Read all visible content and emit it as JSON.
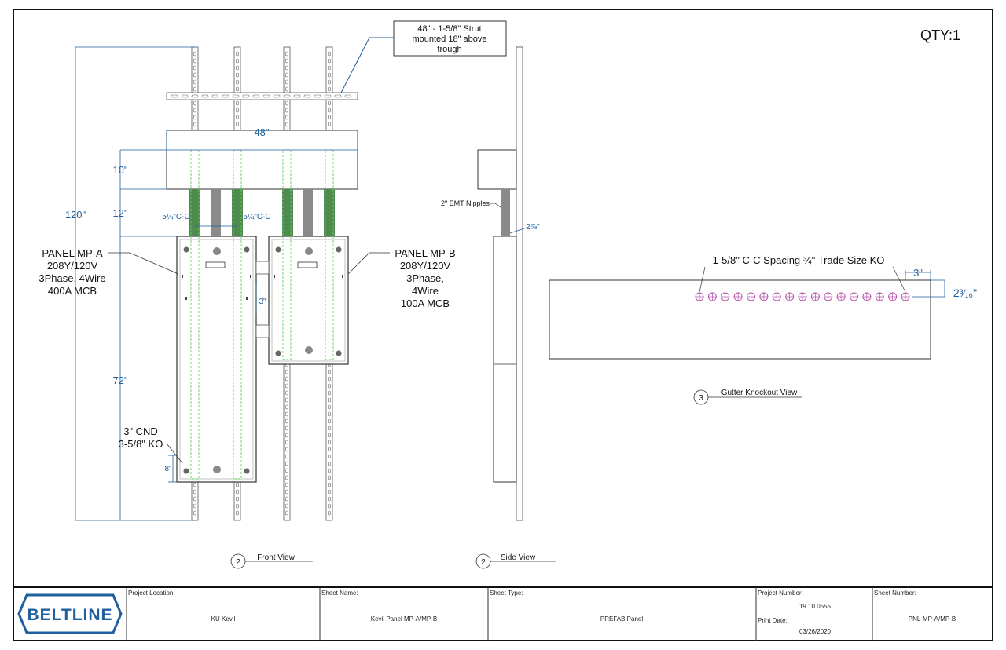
{
  "qty": "QTY:1",
  "callouts": {
    "strut_line1": "48\" - 1-5/8\" Strut",
    "strut_line2": "mounted 18\" above",
    "strut_line3": "trough",
    "emt": "2\" EMT Nipples",
    "cnd_line1": "3\" CND",
    "cnd_line2": "3-5/8\" KO",
    "ko_spacing": "1-5/8\" C-C Spacing ¾\" Trade Size KO"
  },
  "panel_a": {
    "line1": "PANEL MP-A",
    "line2": "208Y/120V",
    "line3": "3Phase, 4Wire",
    "line4": "400A MCB"
  },
  "panel_b": {
    "line1": "PANEL MP-B",
    "line2": "208Y/120V",
    "line3": "3Phase,",
    "line4": "4Wire",
    "line5": "100A MCB"
  },
  "dims": {
    "d120": "120\"",
    "d48": "48\"",
    "d10": "10\"",
    "d12": "12\"",
    "d72": "72\"",
    "d3": "3\"",
    "d8": "8\"",
    "cc_a": "5¼\"C-C",
    "cc_b": "5¼\"C-C",
    "side_278": "2⅞\"",
    "gutter_3": "3\"",
    "gutter_2316": "2³⁄₁₆\""
  },
  "views": [
    {
      "num": "2",
      "title": "Front View"
    },
    {
      "num": "2",
      "title": "Side View"
    },
    {
      "num": "3",
      "title": "Gutter Knockout View"
    }
  ],
  "title_block": {
    "logo": "BELTLINE",
    "project_location_label": "Project Location:",
    "project_location": "KU Kevil",
    "sheet_name_label": "Sheet Name:",
    "sheet_name": "Kevil Panel MP-A/MP-B",
    "sheet_type_label": "Sheet Type:",
    "sheet_type": "PREFAB Panel",
    "project_number_label": "Project Number:",
    "project_number": "19.10.0555",
    "print_date_label": "Print Date:",
    "print_date": "03/26/2020",
    "sheet_number_label": "Sheet Number:",
    "sheet_number": "PNL-MP-A/MP-B"
  },
  "colors": {
    "dimension": "#1f5f9e",
    "green_conduit": "#4f8a4f",
    "gray_conduit": "#8a8a8a",
    "knockout": "#b54aa8",
    "logo": "#1f5f9e"
  }
}
